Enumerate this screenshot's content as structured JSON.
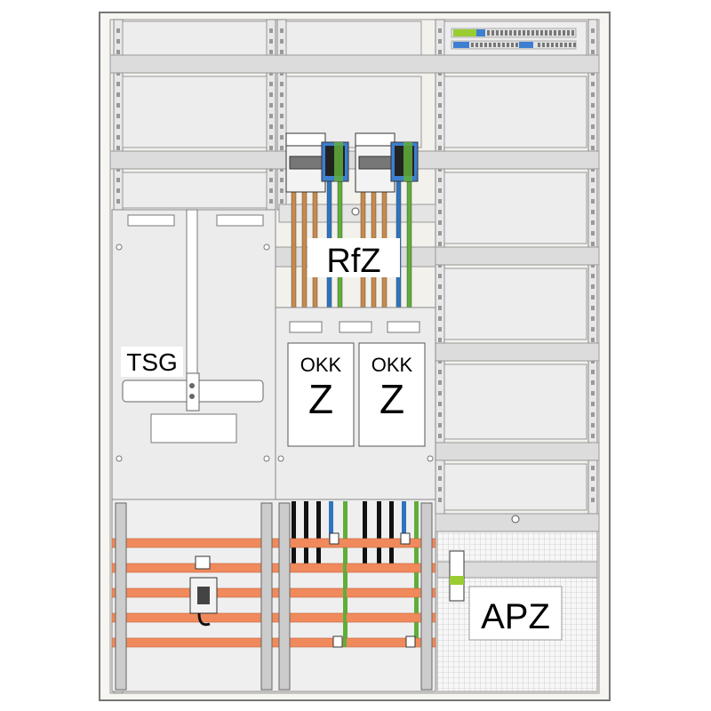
{
  "labels": {
    "rfz": "RfZ",
    "tsg": "TSG",
    "okk": "OKK",
    "z": "Z",
    "apz": "APZ"
  },
  "colors": {
    "cabinet_fill": "#f6f5f1",
    "panel_fill": "#ededed",
    "rail_fill": "#dcdcdc",
    "busbar": "#f08a5c",
    "copper": "#c98a4a",
    "wire_blue": "#2e74c0",
    "wire_green": "#5fae3a",
    "wire_black": "#111111",
    "breaker_green": "#9acd32",
    "terminal_blue": "#3d7fd0"
  }
}
